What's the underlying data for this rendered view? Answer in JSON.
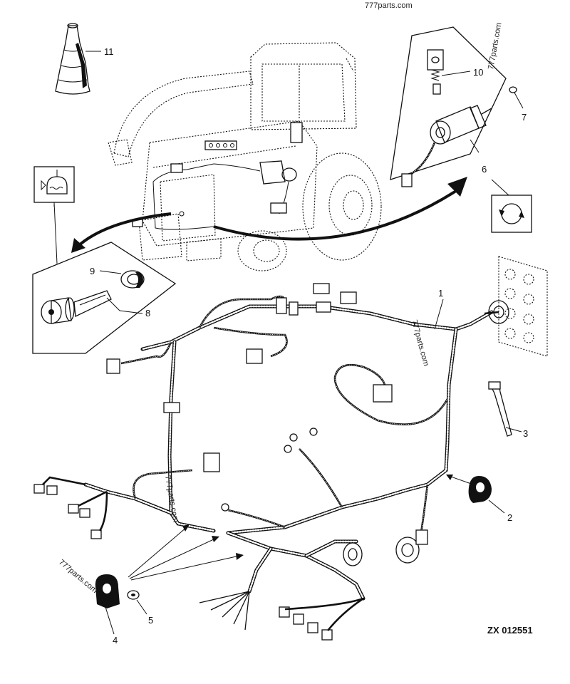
{
  "watermark_top": "777parts.com",
  "watermarks": {
    "upper_right": "777parts.com",
    "harness_mid": "777parts.com",
    "harness_left": "777parts.com",
    "lower_left": "777parts.com"
  },
  "drawing_code": "ZX 012551",
  "callouts": {
    "c1": "1",
    "c2": "2",
    "c3": "3",
    "c4": "4",
    "c5": "5",
    "c6": "6",
    "c7": "7",
    "c8": "8",
    "c9": "9",
    "c10": "10",
    "c11": "11"
  },
  "icons": {
    "engine_coolant": "engine-coolant-temperature-icon",
    "rotating_beacon": "rotating-beacon-icon"
  }
}
